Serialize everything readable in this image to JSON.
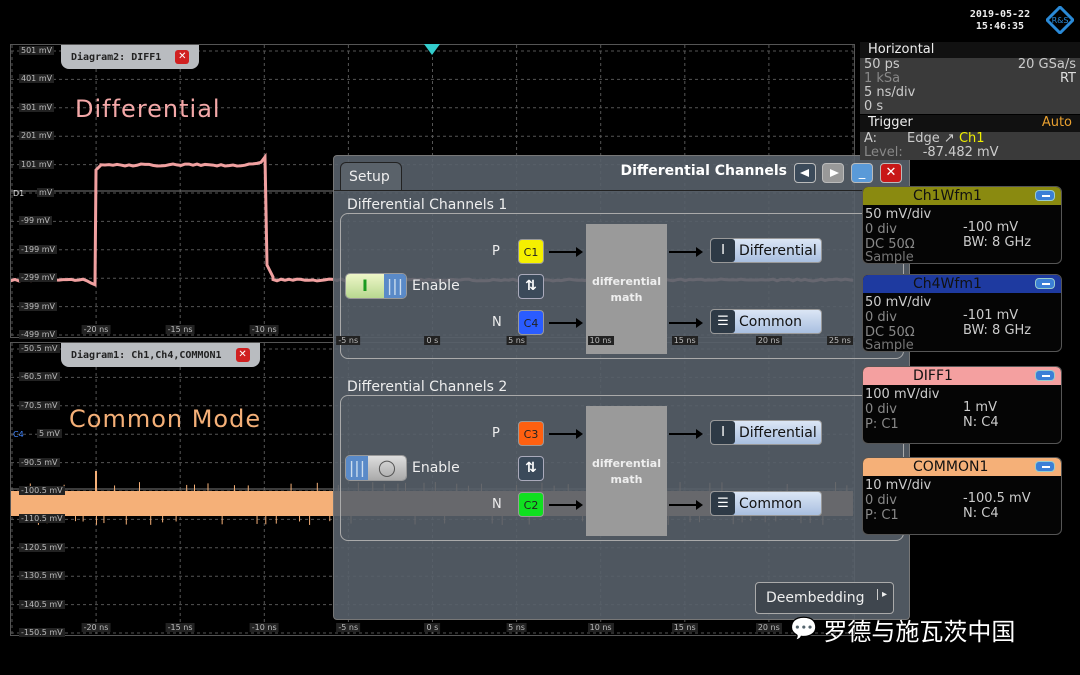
{
  "header": {
    "date": "2019-05-22",
    "time": "15:46:35",
    "logo_text": "R&S"
  },
  "diagram2": {
    "tab": "Diagram2: DIFF1",
    "label": "Differential",
    "marker": "D1",
    "y_ticks": [
      "501 mV",
      "401 mV",
      "301 mV",
      "201 mV",
      "101 mV",
      "mV",
      "-99 mV",
      "-199 mV",
      "-299 mV",
      "-399 mV",
      "-499 mV"
    ],
    "x_ticks": [
      "-20 ns",
      "-15 ns",
      "-10 ns",
      "-5 ns",
      "0 s",
      "5 ns",
      "10 ns",
      "15 ns",
      "20 ns",
      "25 ns"
    ],
    "trace_color": "#f0a0a0"
  },
  "diagram1": {
    "tab": "Diagram1: Ch1,Ch4,COMMON1",
    "label": "Common Mode",
    "marker": "C4",
    "y_ticks": [
      "-50.5 mV",
      "-60.5 mV",
      "-70.5 mV",
      "5 mV",
      "-90.5 mV",
      "-100.5 mV",
      "-110.5 mV",
      "-120.5 mV",
      "-130.5 mV",
      "-140.5 mV",
      "-150.5 mV"
    ],
    "x_ticks": [
      "-20 ns",
      "-15 ns",
      "-10 ns",
      "-5 ns",
      "0 s",
      "5 ns",
      "10 ns",
      "15 ns",
      "20 ns"
    ],
    "trace_color": "#f5b078"
  },
  "horizontal": {
    "title": "Horizontal",
    "resolution": "50 ps",
    "sample_rate": "20 GSa/s",
    "record_length": "1 kSa",
    "mode": "RT",
    "time_scale": "5 ns/div",
    "position": "0 s"
  },
  "trigger": {
    "title": "Trigger",
    "mode": "Auto",
    "source_prefix": "A:",
    "type": "Edge",
    "source": "Ch1",
    "level_label": "Level:",
    "level": "-87.482 mV"
  },
  "signals": [
    {
      "name": "Ch1Wfm1",
      "color": "#8a8a10",
      "scale": "50 mV/div",
      "offset": "0 div",
      "coupling": "DC 50Ω",
      "acq": "Sample",
      "val1": "-100 mV",
      "val2": "BW: 8 GHz"
    },
    {
      "name": "Ch4Wfm1",
      "color": "#1e3aa0",
      "scale": "50 mV/div",
      "offset": "0 div",
      "coupling": "DC 50Ω",
      "acq": "Sample",
      "val1": "-101 mV",
      "val2": "BW: 8 GHz"
    },
    {
      "name": "DIFF1",
      "color": "#f4a0a0",
      "scale": "100 mV/div",
      "offset": "0 div",
      "coupling": "P: C1",
      "acq": "",
      "val1": "1 mV",
      "val2": "N: C4"
    },
    {
      "name": "COMMON1",
      "color": "#f5b078",
      "scale": "10 mV/div",
      "offset": "0 div",
      "coupling": "P: C1",
      "acq": "",
      "val1": "-100.5 mV",
      "val2": "N: C4"
    }
  ],
  "dialog": {
    "tab": "Setup",
    "title": "Differential Channels",
    "groups": [
      {
        "title": "Differential Channels 1",
        "enabled": true,
        "enable_label": "Enable",
        "p_label": "P",
        "n_label": "N",
        "p": "C1",
        "p_color": "#f5f000",
        "n": "C4",
        "n_color": "#2a5cff",
        "math": "differential math",
        "out1": "Differential",
        "out2": "Common"
      },
      {
        "title": "Differential Channels 2",
        "enabled": false,
        "enable_label": "Enable",
        "p_label": "P",
        "n_label": "N",
        "p": "C3",
        "p_color": "#ff6010",
        "n": "C2",
        "n_color": "#10e020",
        "math": "differential math",
        "out1": "Differential",
        "out2": "Common"
      }
    ],
    "deembedding": "Deembedding"
  },
  "watermark": "罗德与施瓦茨中国"
}
